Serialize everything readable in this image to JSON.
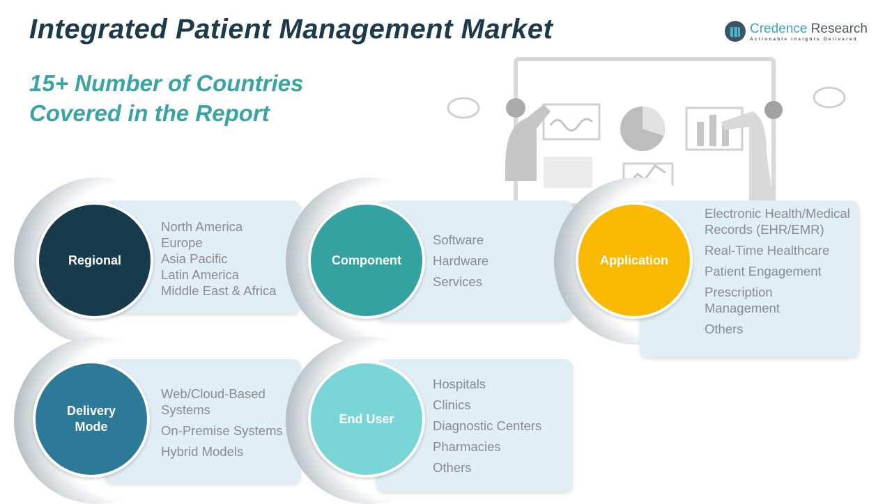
{
  "title": "Integrated Patient Management Market",
  "subtitle": [
    "15+ Number of Countries",
    "Covered in the Report"
  ],
  "logo": {
    "name_a": "Credence",
    "name_b": "Research",
    "tagline": "Actionable Insights Delivered"
  },
  "segments": [
    {
      "label": "Regional",
      "color": "#173b4c",
      "items": [
        "North America",
        "Europe",
        "Asia Pacific",
        "Latin America",
        "Middle East & Africa"
      ]
    },
    {
      "label": "Component",
      "color": "#35a2a2",
      "items": [
        "Software",
        "Hardware",
        "Services"
      ]
    },
    {
      "label": "Application",
      "color": "#f8b900",
      "items": [
        "Electronic Health/Medical Records (EHR/EMR)",
        "Real-Time Healthcare",
        "Patient Engagement",
        "Prescription Management",
        "Others"
      ]
    },
    {
      "label": "Delivery Mode",
      "color": "#2c7a98",
      "items": [
        "Web/Cloud-Based Systems",
        "On-Premise Systems",
        "Hybrid Models"
      ]
    },
    {
      "label": "End User",
      "color": "#79d5d6",
      "items": [
        "Hospitals",
        "Clinics",
        "Diagnostic Centers",
        "Pharmacies",
        "Others"
      ]
    }
  ]
}
